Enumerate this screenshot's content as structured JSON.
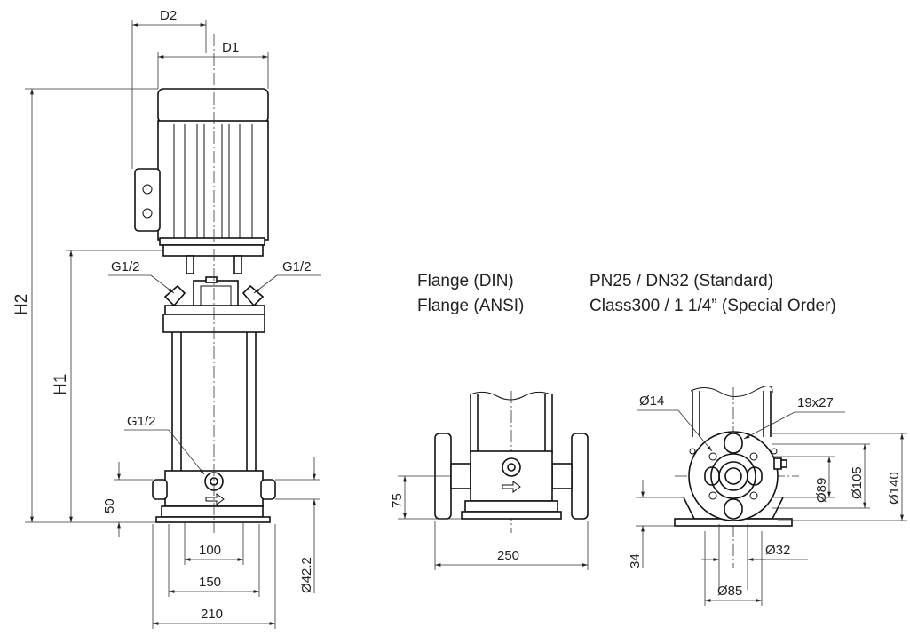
{
  "side_view": {
    "labels": {
      "d2": "D2",
      "d1": "D1",
      "h2": "H2",
      "h1": "H1",
      "g_left": "G1/2",
      "g_right": "G1/2",
      "g_drain": "G1/2",
      "height_50": "50",
      "width_100": "100",
      "width_150": "150",
      "width_210": "210",
      "dia_42": "Ø42.2"
    }
  },
  "flange_spec": {
    "rows": [
      {
        "name": "Flange (DIN)",
        "value": "PN25 / DN32 (Standard)"
      },
      {
        "name": "Flange (ANSI)",
        "value": "Class300 / 1 1/4” (Special Order)"
      }
    ]
  },
  "front_view": {
    "labels": {
      "height_75": "75",
      "width_250": "250"
    }
  },
  "flange_view": {
    "labels": {
      "hole_dia": "Ø14",
      "slot": "19x27",
      "dia_89": "Ø89",
      "dia_105": "Ø105",
      "dia_140": "Ø140",
      "dia_32": "Ø32",
      "dia_85": "Ø85",
      "height_34": "34"
    }
  }
}
